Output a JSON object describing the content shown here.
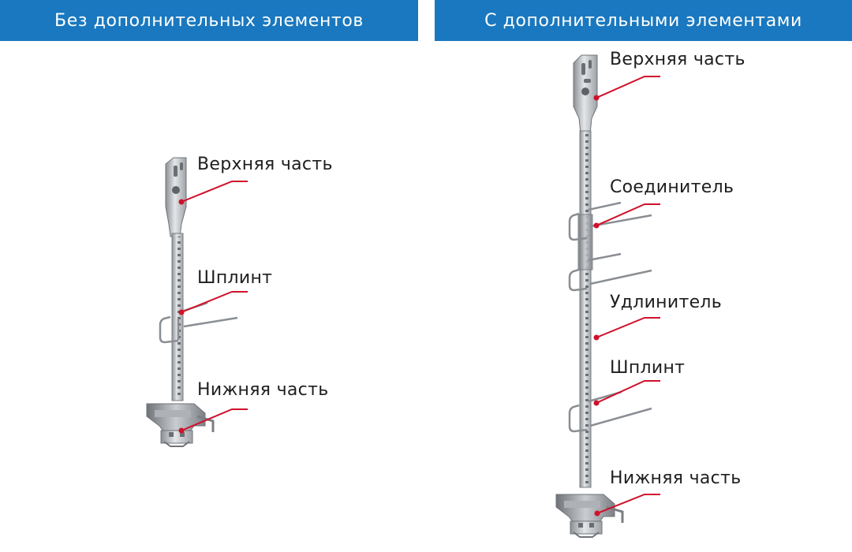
{
  "headers": {
    "left": "Без дополнительных элементов",
    "right": "С дополнительными элементами"
  },
  "left_panel": {
    "labels": {
      "top": "Верхняя часть",
      "pin": "Шплинт",
      "bottom": "Нижняя часть"
    }
  },
  "right_panel": {
    "labels": {
      "top": "Верхняя часть",
      "connector": "Соединитель",
      "extender": "Удлинитель",
      "pin": "Шплинт",
      "bottom": "Нижняя часть"
    }
  },
  "colors": {
    "header_bg": "#1978bf",
    "leader_line": "#d0112b",
    "metal": "#c7c9cc"
  }
}
